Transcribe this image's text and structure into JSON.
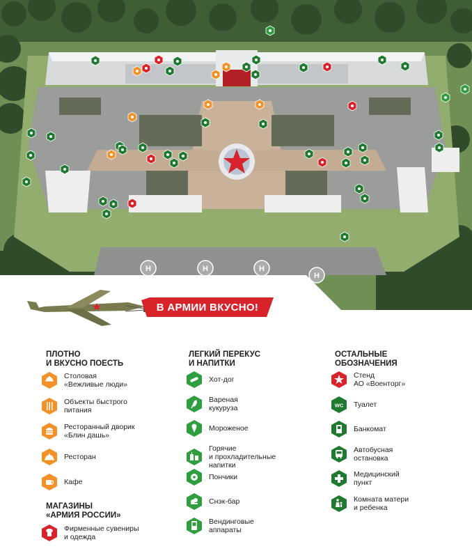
{
  "banner": {
    "text": "В АРМИИ ВКУСНО!",
    "color": "#d8232a"
  },
  "colors": {
    "orange": "#f19127",
    "green": "#2e9e3e",
    "darkgreen": "#1f7a30",
    "red": "#d8232a"
  },
  "map_markers": [
    "wc",
    "restaurant",
    "shop",
    "voentorg",
    "cafe",
    "fast-food",
    "canteen",
    "blini",
    "hotdog",
    "corn",
    "icecream",
    "drinks",
    "donuts",
    "snack",
    "vending",
    "atm",
    "bus",
    "medical",
    "mother-child"
  ],
  "helipad_label": "H",
  "legend": {
    "food": {
      "title_lines": [
        "ПЛОТНО",
        "И ВКУСНО ПОЕСТЬ"
      ],
      "items": [
        {
          "icon": "canteen-icon",
          "lines": [
            "Столовая",
            "«Вежливые люди»"
          ]
        },
        {
          "icon": "fast-food-icon",
          "lines": [
            "Объекты быстрого",
            "питания"
          ]
        },
        {
          "icon": "burger-icon",
          "lines": [
            "Ресторанный дворик",
            "«Блин дашь»"
          ]
        },
        {
          "icon": "restaurant-icon",
          "lines": [
            "Ресторан"
          ]
        },
        {
          "icon": "cafe-icon",
          "lines": [
            "Кафе"
          ]
        }
      ]
    },
    "shops": {
      "title_lines": [
        "МАГАЗИНЫ",
        "«АРМИЯ РОССИИ»"
      ],
      "items": [
        {
          "icon": "tshirt-icon",
          "lines": [
            "Фирменные сувениры",
            "и одежда"
          ]
        }
      ]
    },
    "snacks": {
      "title_lines": [
        "ЛЕГКИЙ ПЕРЕКУС",
        "И НАПИТКИ"
      ],
      "items": [
        {
          "icon": "hotdog-icon",
          "lines": [
            "Хот-дог"
          ]
        },
        {
          "icon": "corn-icon",
          "lines": [
            "Вареная",
            "кукуруза"
          ]
        },
        {
          "icon": "icecream-icon",
          "lines": [
            "Мороженое"
          ]
        },
        {
          "icon": "drinks-icon",
          "lines": [
            "Горячие",
            "и прохладительные",
            "напитки"
          ]
        },
        {
          "icon": "donut-icon",
          "lines": [
            "Пончики"
          ]
        },
        {
          "icon": "snack-bar-icon",
          "lines": [
            "Снэк-бар"
          ]
        },
        {
          "icon": "vending-icon",
          "lines": [
            "Вендинговые",
            "аппараты"
          ]
        }
      ]
    },
    "other": {
      "title_lines": [
        "ОСТАЛЬНЫЕ",
        "ОБОЗНАЧЕНИЯ"
      ],
      "items": [
        {
          "icon": "voentorg-star-icon",
          "lines": [
            "Стенд",
            "АО «Военторг»"
          ]
        },
        {
          "icon": "wc-icon",
          "lines": [
            "Туалет"
          ],
          "glyph": "WC"
        },
        {
          "icon": "atm-icon",
          "lines": [
            "Банкомат"
          ]
        },
        {
          "icon": "bus-icon",
          "lines": [
            "Автобусная",
            "остановка"
          ]
        },
        {
          "icon": "medical-icon",
          "lines": [
            "Медицинский",
            "пункт"
          ]
        },
        {
          "icon": "mother-child-icon",
          "lines": [
            "Комната матери",
            "и ребенка"
          ]
        }
      ]
    }
  }
}
